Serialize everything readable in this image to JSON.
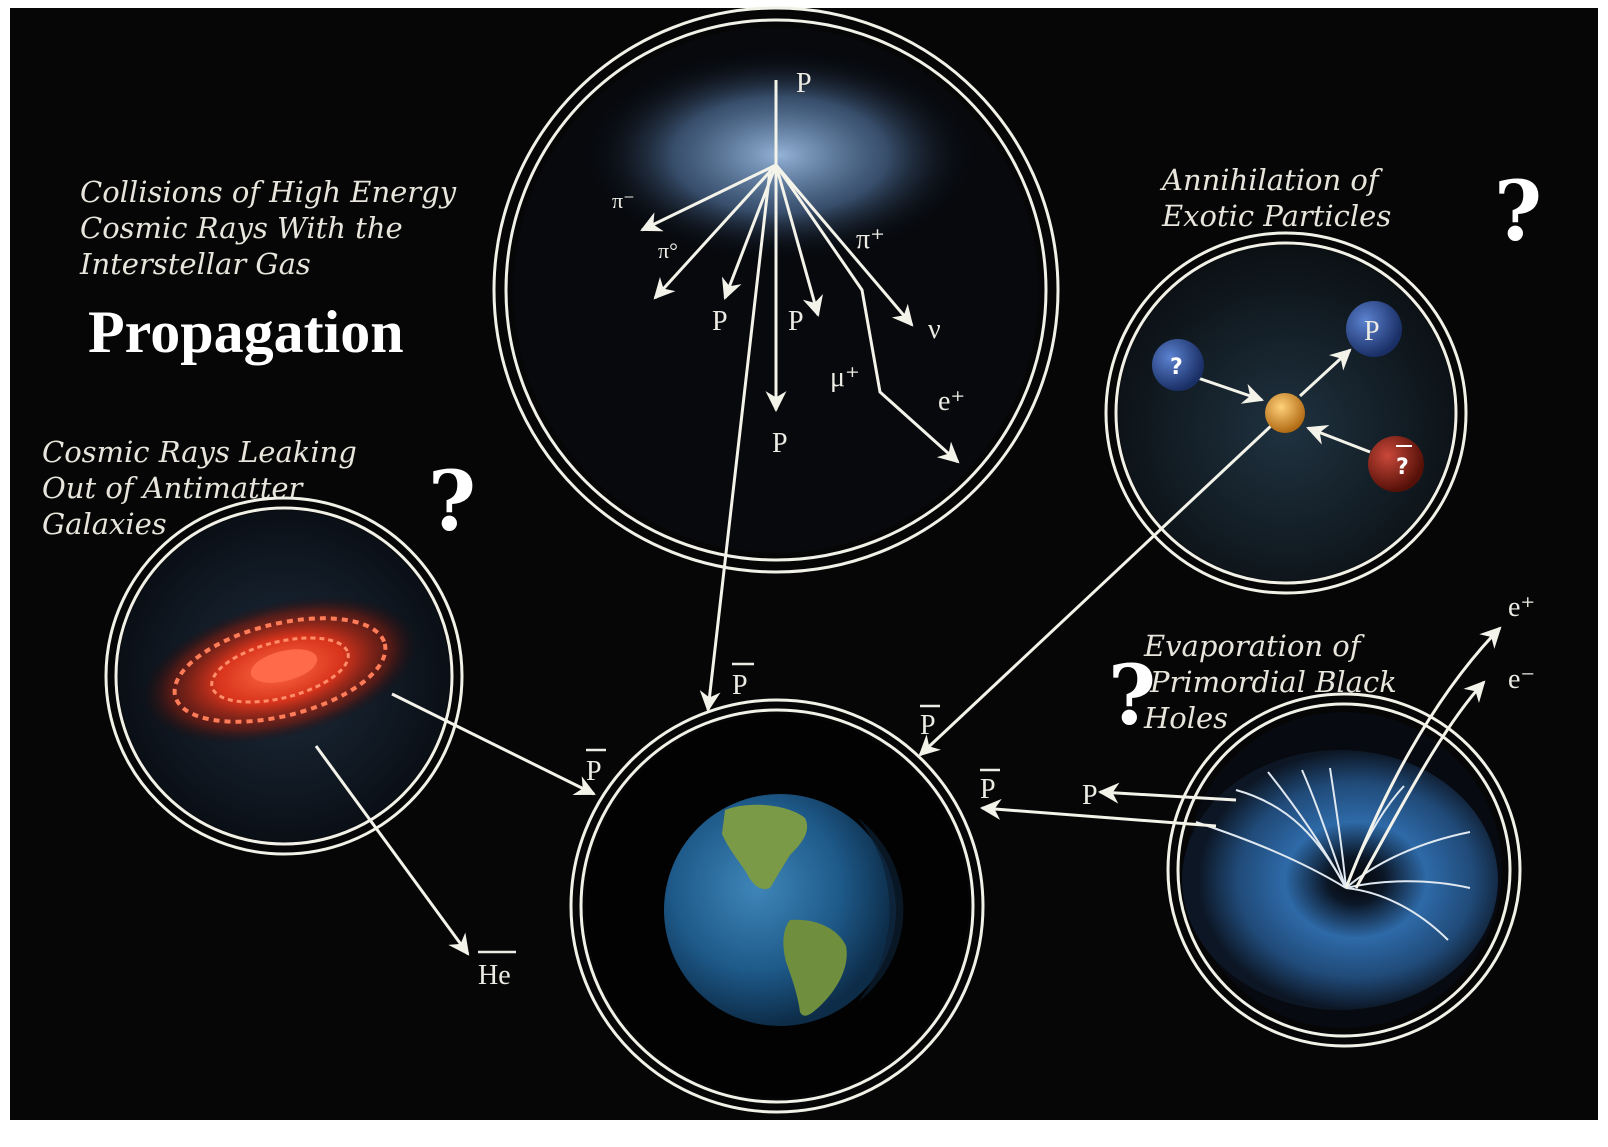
{
  "labels": {
    "collisions": [
      "Collisions of High Energy",
      "Cosmic Rays With the",
      "Interstellar Gas"
    ],
    "propagation": "Propagation",
    "annihilation": [
      "Annihilation of",
      "Exotic Particles"
    ],
    "leaking": [
      "Cosmic Rays Leaking",
      "Out of Antimatter",
      "Galaxies"
    ],
    "evaporation": [
      "Evaporation of",
      "Primordial Black",
      "Holes"
    ]
  },
  "symbols": {
    "p": "P",
    "pbar": "P",
    "he_bar": "He",
    "pi_minus": "π⁻",
    "pi_zero": "π°",
    "pi_plus": "π⁺",
    "nu": "ν",
    "mu_plus": "μ⁺",
    "e_plus": "e⁺",
    "e_minus": "e⁻",
    "question": "?"
  },
  "colors": {
    "background": "#060606",
    "galaxy": "#d8341c",
    "collision_glow": "#7ea3cf",
    "blackhole": "#2e6aa8",
    "center_particle": "#e9a43a",
    "exotic_blue": "#2b4f9c",
    "exotic_red": "#8c1d14"
  }
}
